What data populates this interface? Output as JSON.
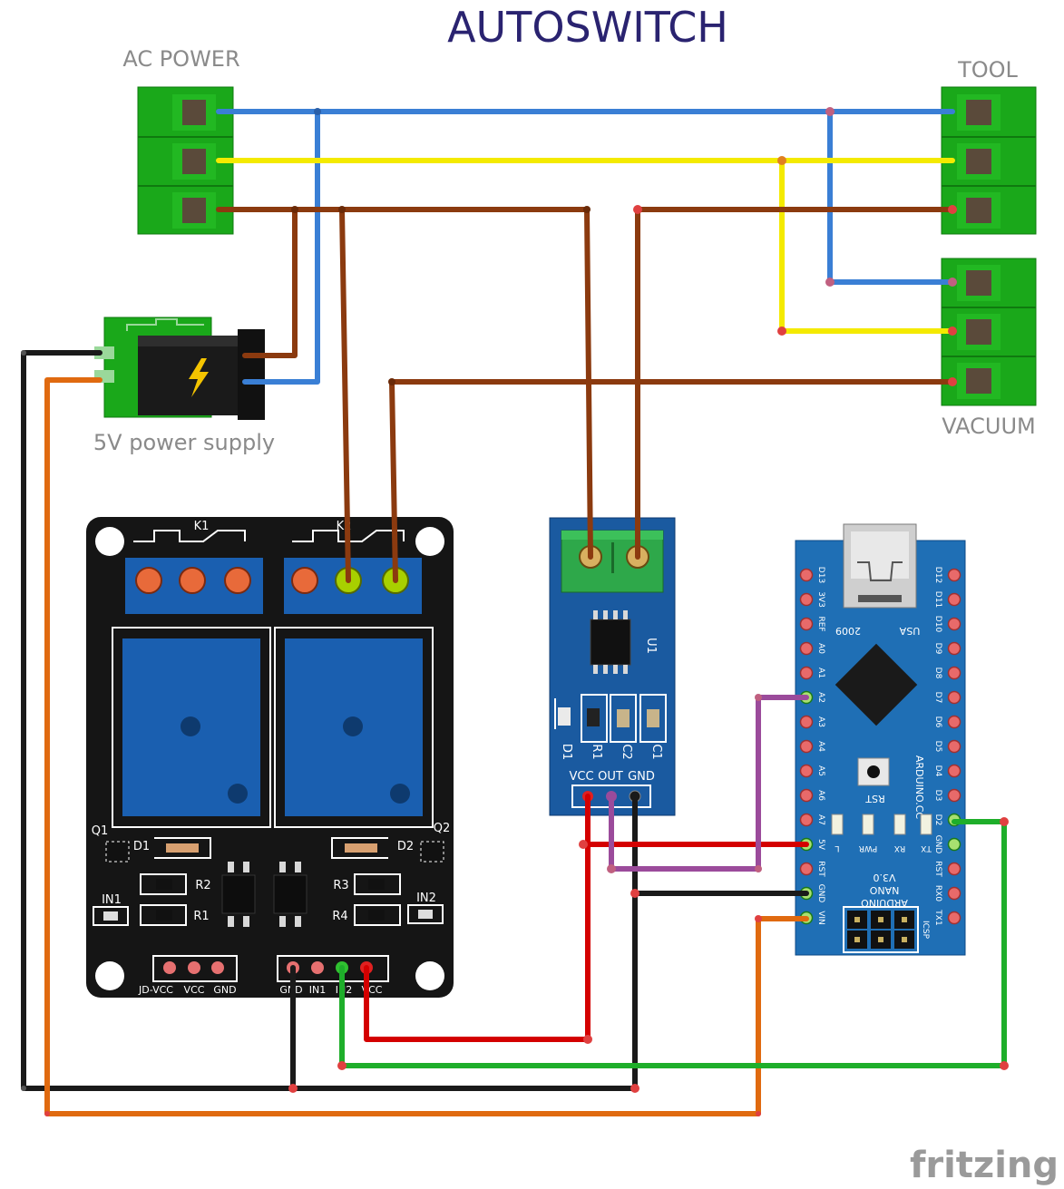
{
  "title": "AUTOSWITCH",
  "labels": {
    "ac_power": "AC POWER",
    "tool": "TOOL",
    "vacuum": "VACUUM",
    "power_supply": "5V power supply"
  },
  "relay_board": {
    "relays": [
      "K1",
      "K2"
    ],
    "transistors": [
      "Q1",
      "Q2"
    ],
    "diodes": [
      "D1",
      "D2"
    ],
    "resistors": [
      "R2",
      "R1",
      "R3",
      "R4"
    ],
    "indicators": [
      "IN1",
      "IN2"
    ],
    "left_header": [
      "JD-VCC",
      "VCC",
      "GND"
    ],
    "right_header": [
      "GND",
      "IN1",
      "IN2",
      "VCC"
    ]
  },
  "sensor": {
    "chip": "U1",
    "parts": [
      "D1",
      "R1",
      "C2",
      "C1"
    ],
    "pins": [
      "VCC",
      "OUT",
      "GND"
    ]
  },
  "arduino": {
    "left_pins": [
      "D13",
      "3V3",
      "REF",
      "A0",
      "A1",
      "A2",
      "A3",
      "A4",
      "A5",
      "A6",
      "A7",
      "5V",
      "RST",
      "GND",
      "VIN"
    ],
    "right_pins": [
      "D12",
      "D11",
      "D10",
      "D9",
      "D8",
      "D7",
      "D6",
      "D5",
      "D4",
      "D3",
      "D2",
      "GND",
      "RST",
      "RX0",
      "TX1"
    ],
    "usb": [
      "2009",
      "USA"
    ],
    "board_text": [
      "ARDUINO",
      "NANO",
      "V3.0"
    ],
    "site": "ARDUINO.CC",
    "leds": [
      "L",
      "PWR",
      "RX",
      "TX"
    ],
    "reset": "RST",
    "icsp": "ICSP"
  },
  "brand": "fritzing",
  "colors": {
    "blue": "#3a7fd5",
    "yellow": "#f4ea00",
    "brown": "#8b3a0f",
    "black": "#1a1a1a",
    "orange": "#e06a10",
    "red": "#d40000",
    "purple": "#9b4b9b",
    "green": "#1eae2a",
    "terminal": "#1aa81a",
    "arduino": "#1f6fb5",
    "sensor": "#1a5aa0"
  }
}
